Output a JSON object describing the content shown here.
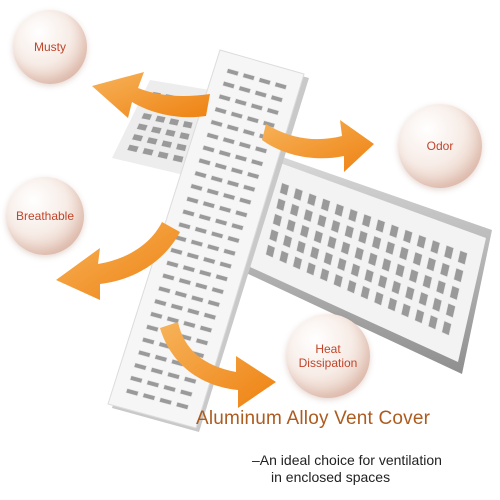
{
  "bubbles": {
    "musty": "Musty",
    "odor": "Odor",
    "breathable": "Breathable",
    "heat": "Heat Dissipation"
  },
  "headline": "Aluminum Alloy Vent Cover",
  "subline": {
    "line1": "–An ideal choice for ventilation",
    "line2": "in enclosed spaces"
  },
  "colors": {
    "arrow": "#f08f1e",
    "bubble_text": "#c1442a",
    "headline": "#ad5b1f",
    "vent": "#f4f4f4"
  }
}
